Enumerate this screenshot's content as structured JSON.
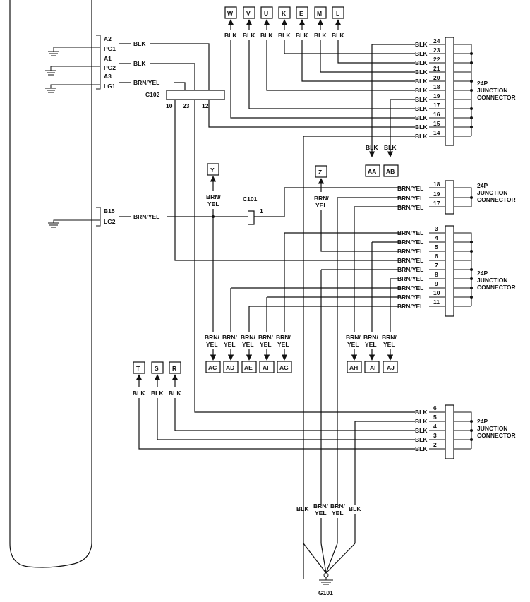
{
  "ecu_pins": [
    "A2",
    "PG1",
    "A1",
    "PG2",
    "A3",
    "LG1",
    "B15",
    "LG2"
  ],
  "wire_colors": {
    "blk": "BLK",
    "brn_yel": "BRN/YEL",
    "brn": "BRN/",
    "yel": "YEL"
  },
  "connectors": {
    "c102": "C102",
    "c101": "C101",
    "c102_pins": [
      "10",
      "23",
      "12"
    ],
    "c101_pin": "1"
  },
  "junction_label": [
    "24P",
    "JUNCTION",
    "CONNECTOR"
  ],
  "top_terminals": [
    "W",
    "V",
    "U",
    "K",
    "E",
    "M",
    "L"
  ],
  "j1_pins": [
    "24",
    "23",
    "22",
    "21",
    "20",
    "18",
    "19",
    "17",
    "16",
    "15",
    "14"
  ],
  "j2_pins": [
    "18",
    "19",
    "17"
  ],
  "j3_pins": [
    "3",
    "4",
    "5",
    "6",
    "7",
    "8",
    "9",
    "10",
    "11"
  ],
  "j4_pins": [
    "6",
    "5",
    "4",
    "3",
    "2"
  ],
  "terms_ab": [
    "AA",
    "AB"
  ],
  "terms_yz": [
    "Y",
    "Z"
  ],
  "terms_mid": [
    "AC",
    "AD",
    "AE",
    "AF",
    "AG"
  ],
  "terms_hij": [
    "AH",
    "AI",
    "AJ"
  ],
  "terms_tsr": [
    "T",
    "S",
    "R"
  ],
  "ground": "G101"
}
